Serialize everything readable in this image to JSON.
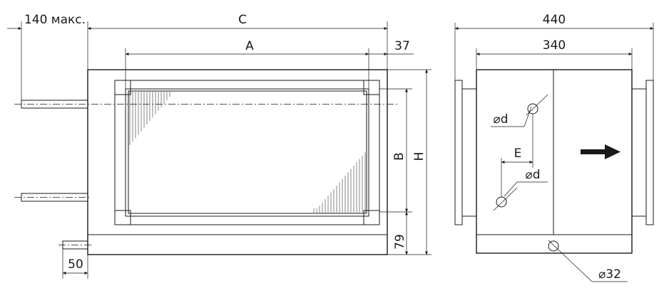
{
  "labels": {
    "c": "C",
    "a": "A",
    "b": "B",
    "h": "H",
    "e": "E",
    "dim_140": "140 макс.",
    "dim_37": "37",
    "dim_79": "79",
    "dim_50": "50",
    "dim_440": "440",
    "dim_340": "340",
    "pipe_d_upper": "⌀d",
    "pipe_d_lower": "⌀d",
    "drain_32": "⌀32"
  },
  "colors": {
    "line": "#1a1a1a",
    "background": "#ffffff"
  },
  "icons": {
    "flow_direction": "right-arrow-icon"
  }
}
